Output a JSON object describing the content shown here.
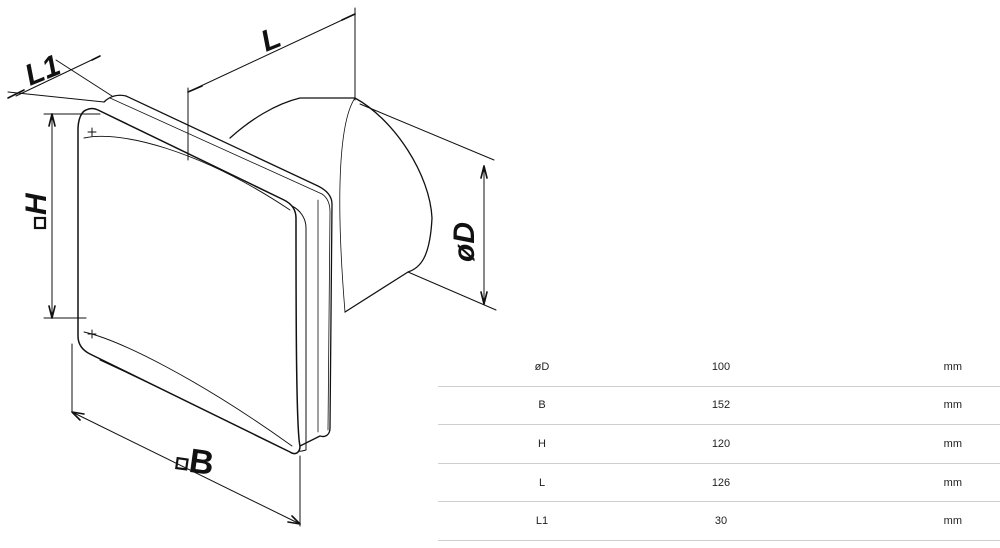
{
  "drawing": {
    "labels": {
      "L1": "L1",
      "L": "L",
      "H": "H",
      "D": "øD",
      "B": "B"
    }
  },
  "table": {
    "rows": [
      {
        "param": "øD",
        "value": "100",
        "unit": "mm"
      },
      {
        "param": "B",
        "value": "152",
        "unit": "mm"
      },
      {
        "param": "H",
        "value": "120",
        "unit": "mm"
      },
      {
        "param": "L",
        "value": "126",
        "unit": "mm"
      },
      {
        "param": "L1",
        "value": "30",
        "unit": "mm"
      }
    ]
  }
}
